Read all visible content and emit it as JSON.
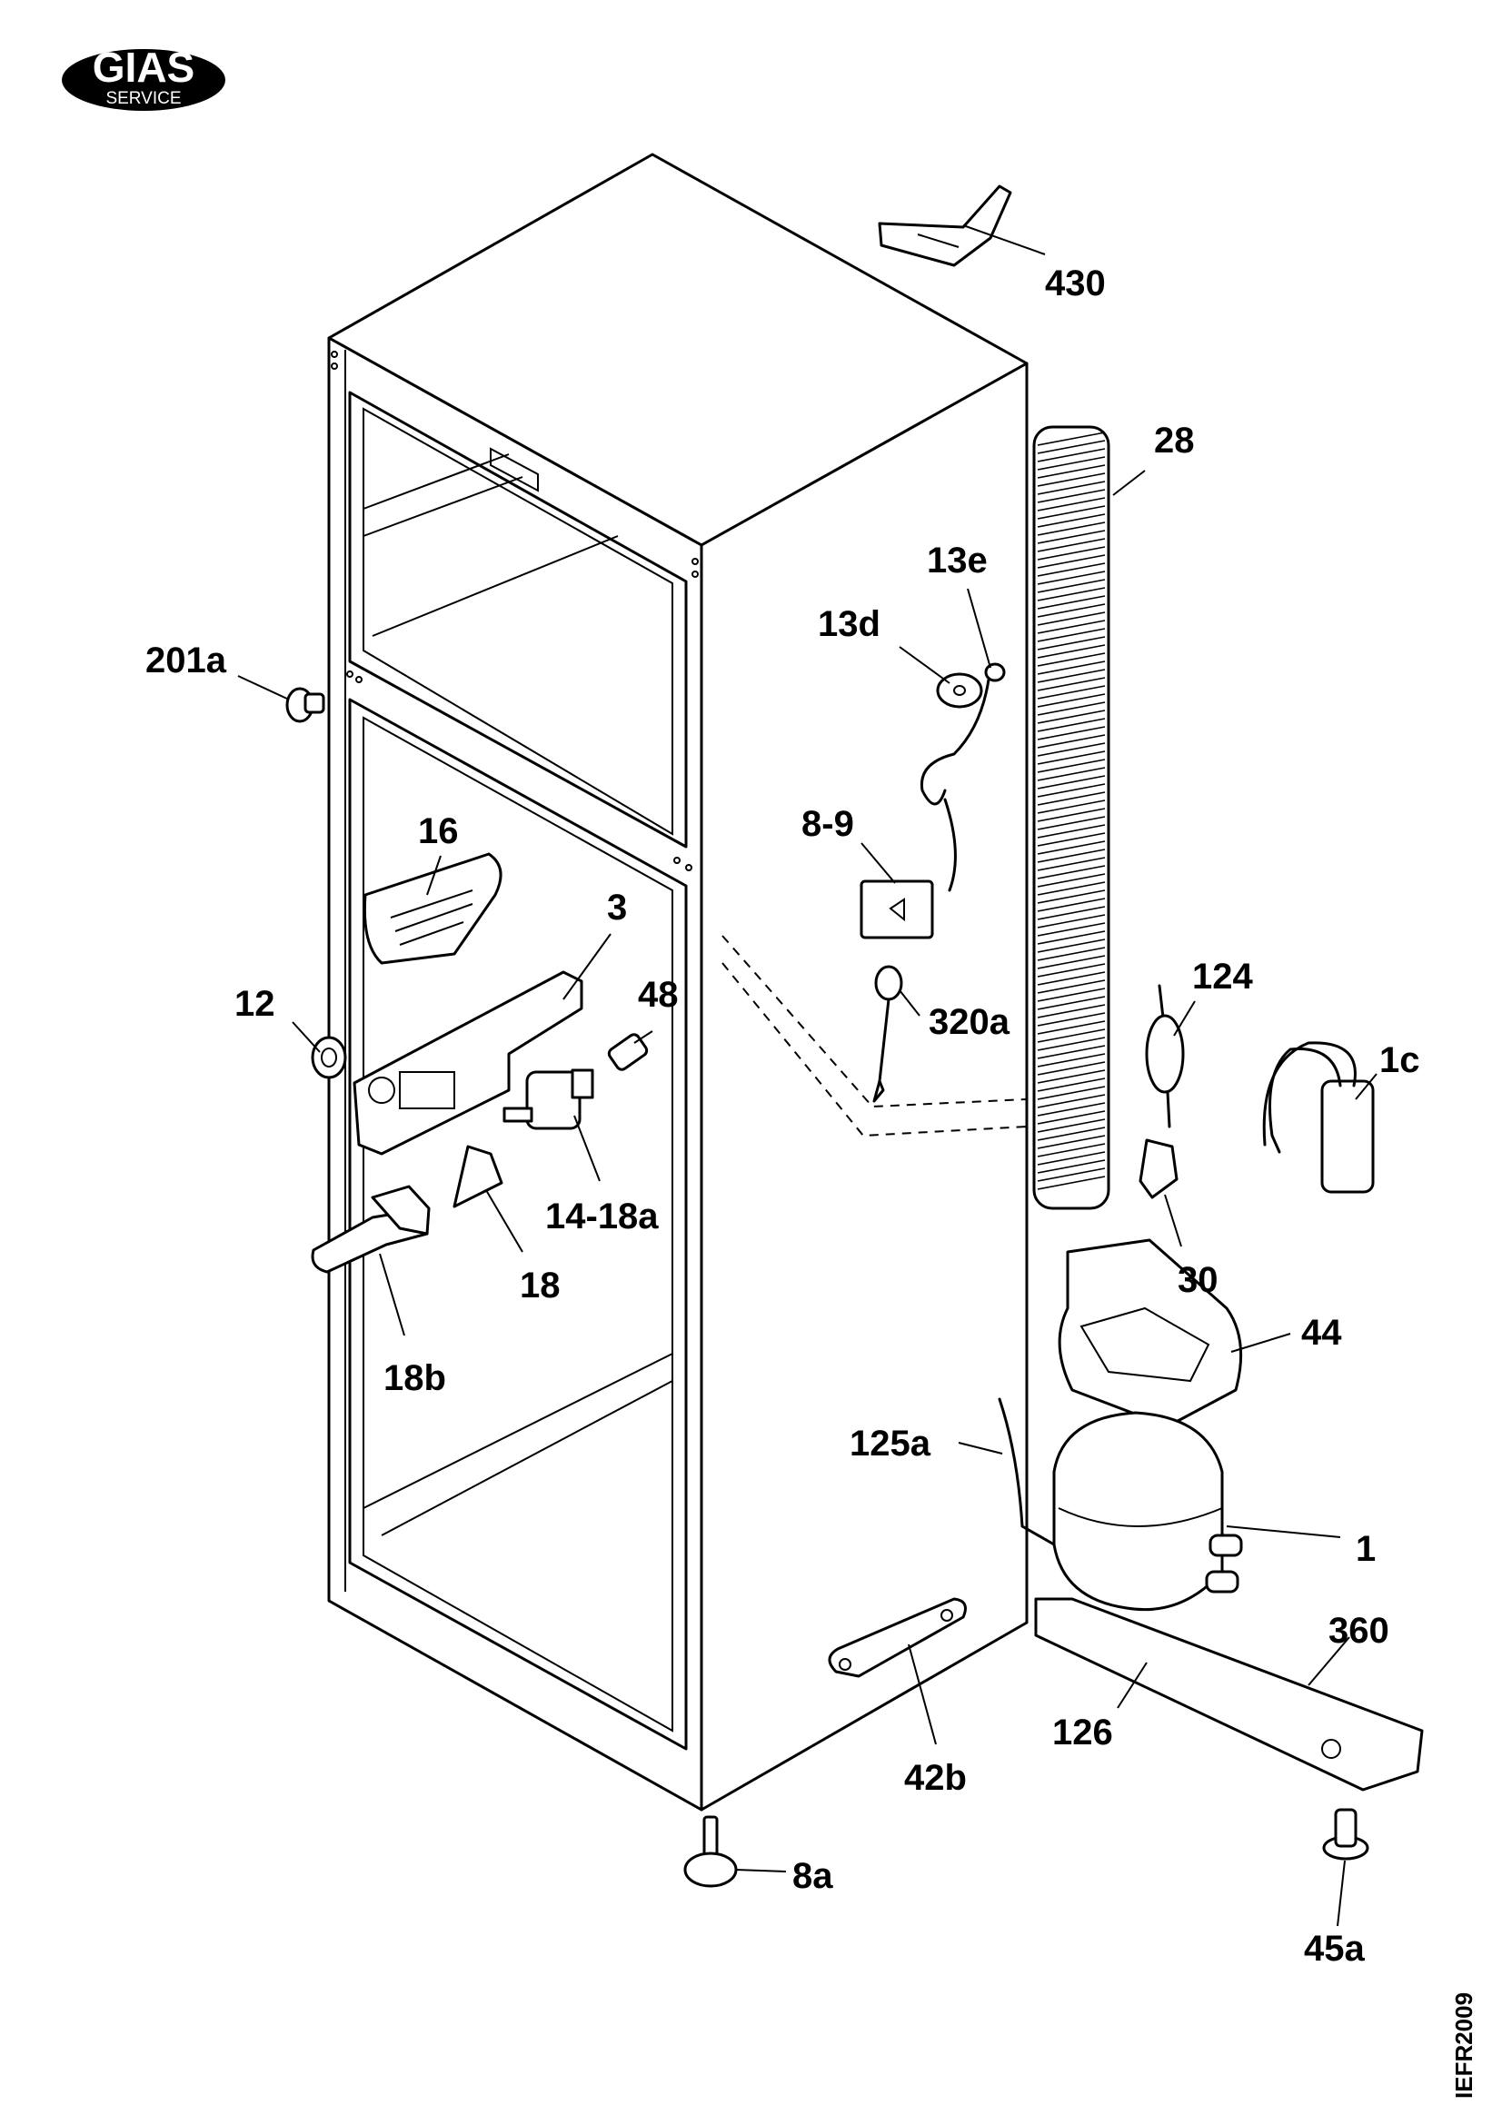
{
  "logo": {
    "brand": "GIAS",
    "sub": "SERVICE"
  },
  "document_code": "IEFR2009",
  "callouts": [
    {
      "id": "430",
      "label": "430"
    },
    {
      "id": "28",
      "label": "28"
    },
    {
      "id": "13e",
      "label": "13e"
    },
    {
      "id": "13d",
      "label": "13d"
    },
    {
      "id": "201a",
      "label": "201a"
    },
    {
      "id": "16",
      "label": "16"
    },
    {
      "id": "8-9",
      "label": "8-9"
    },
    {
      "id": "3",
      "label": "3"
    },
    {
      "id": "124",
      "label": "124"
    },
    {
      "id": "12",
      "label": "12"
    },
    {
      "id": "48",
      "label": "48"
    },
    {
      "id": "320a",
      "label": "320a"
    },
    {
      "id": "1c",
      "label": "1c"
    },
    {
      "id": "14-18a",
      "label": "14-18a"
    },
    {
      "id": "18",
      "label": "18"
    },
    {
      "id": "30",
      "label": "30"
    },
    {
      "id": "44",
      "label": "44"
    },
    {
      "id": "18b",
      "label": "18b"
    },
    {
      "id": "125a",
      "label": "125a"
    },
    {
      "id": "1",
      "label": "1"
    },
    {
      "id": "360",
      "label": "360"
    },
    {
      "id": "126",
      "label": "126"
    },
    {
      "id": "42b",
      "label": "42b"
    },
    {
      "id": "8a",
      "label": "8a"
    },
    {
      "id": "45a",
      "label": "45a"
    }
  ]
}
